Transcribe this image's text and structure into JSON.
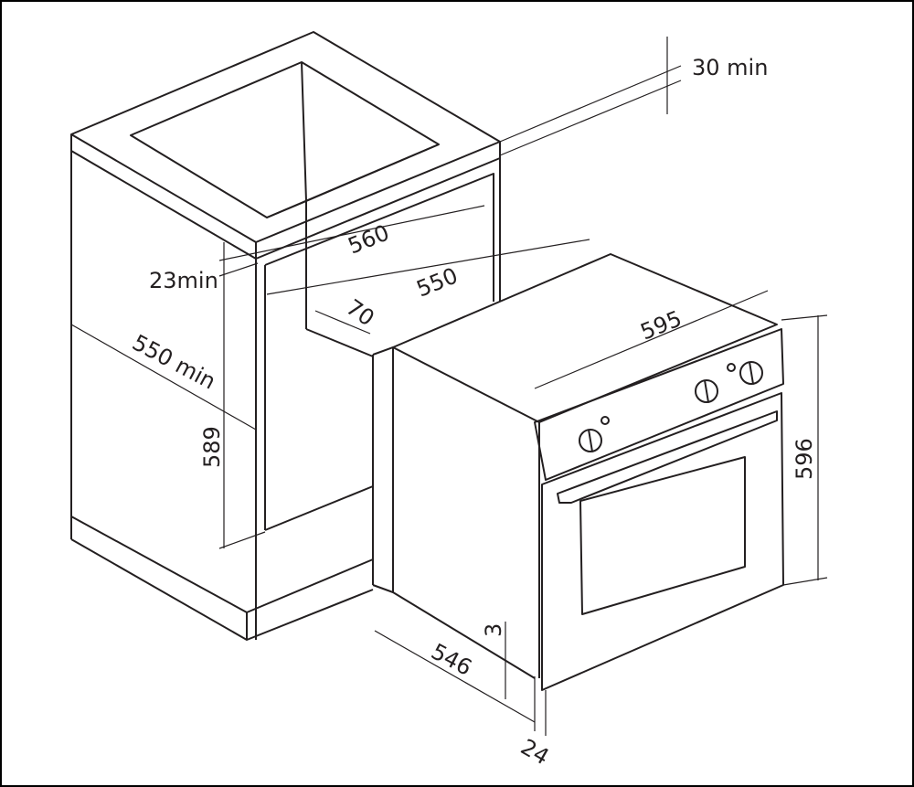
{
  "labels": {
    "top_clearance": "30 min",
    "cabinet_inner_width": "560",
    "top_gap": "23min",
    "cabinet_opening_width": "550",
    "rear_gap": "70",
    "oven_width": "595",
    "cabinet_depth": "550 min",
    "opening_height": "589",
    "oven_height": "596",
    "bottom_gap": "3",
    "oven_depth": "546",
    "front_panel_depth": "24"
  },
  "colors": {
    "line": "#231f20",
    "background": "#ffffff"
  }
}
